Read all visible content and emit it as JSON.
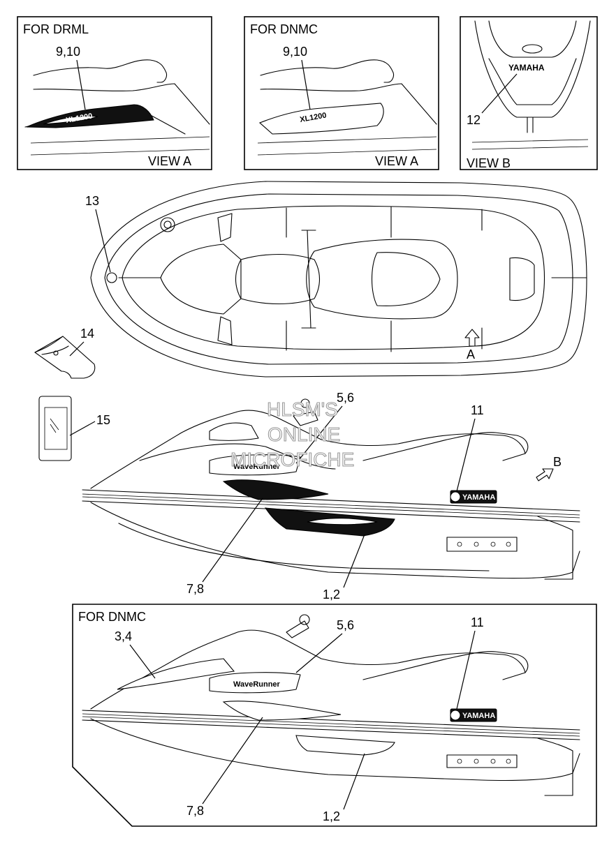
{
  "insets": {
    "drml": {
      "heading": "FOR DRML",
      "callout": "9,10",
      "view": "VIEW A"
    },
    "dnmc_top": {
      "heading": "FOR DNMC",
      "callout": "9,10",
      "view": "VIEW A"
    },
    "view_b": {
      "callout": "12",
      "view": "VIEW B",
      "logo": "YAMAHA"
    }
  },
  "top_view": {
    "callout_13": "13",
    "arrow_label": "A"
  },
  "accessories": {
    "callout_14": "14",
    "callout_15": "15"
  },
  "side_view": {
    "callout_5_6": "5,6",
    "callout_11": "11",
    "callout_7_8": "7,8",
    "callout_1_2": "1,2",
    "arrow_label": "B",
    "decal_logo": "YAMAHA",
    "decal_name": "WaveRunner"
  },
  "dnmc_side": {
    "heading": "FOR DNMC",
    "callout_3_4": "3,4",
    "callout_5_6": "5,6",
    "callout_11": "11",
    "callout_7_8": "7,8",
    "callout_1_2": "1,2",
    "decal_logo": "YAMAHA",
    "decal_name": "WaveRunner"
  },
  "watermark": {
    "line1": "HLSM'S",
    "line2": "ONLINE",
    "line3": "MICROFICHE"
  }
}
